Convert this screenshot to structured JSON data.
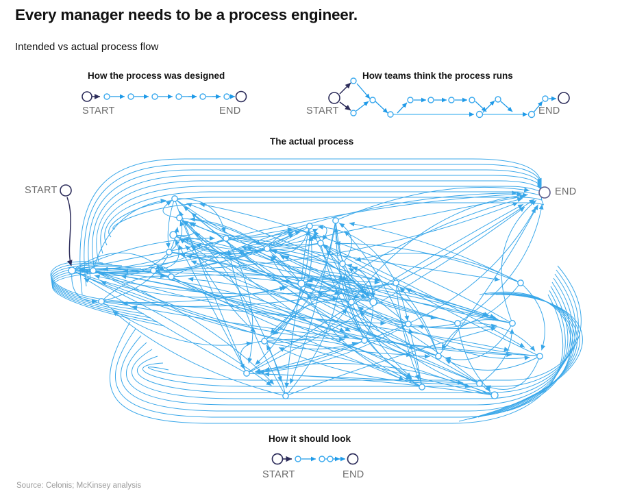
{
  "page": {
    "title": "Every manager needs to be a process engineer.",
    "subtitle": "Intended vs actual process flow",
    "source": "Source: Celonis; McKinsey analysis",
    "background": "#ffffff"
  },
  "colors": {
    "edge_blue": "#29a0e8",
    "node_blue": "#3aa9ee",
    "terminal_navy": "#2c2c5a",
    "label_gray": "#6b6b6b",
    "text_black": "#111111",
    "source_gray": "#9a9a9a"
  },
  "panels": {
    "designed": {
      "title": "How the process was designed",
      "start_label": "START",
      "end_label": "END",
      "node_count": 7,
      "description": "linear chain of nodes from START to END"
    },
    "teams": {
      "title": "How teams think the process runs",
      "start_label": "START",
      "end_label": "END",
      "node_count": 14,
      "description": "zigzag branching chain from START to END"
    },
    "actual": {
      "title": "The actual process",
      "start_label": "START",
      "end_label": "END",
      "node_count": 26,
      "description": "dense spaghetti network of many crossing directed edges"
    },
    "should": {
      "title": "How it should look",
      "start_label": "START",
      "end_label": "END",
      "node_count": 3,
      "description": "short linear chain of nodes from START to END"
    }
  },
  "chart_data": {
    "type": "diagram",
    "title": "Every manager needs to be a process engineer.",
    "subtitle": "Intended vs actual process flow",
    "legend": [],
    "diagrams": [
      {
        "name": "designed",
        "label": "How the process was designed",
        "nodes": 9,
        "edges": 8,
        "topology": "linear"
      },
      {
        "name": "teams",
        "label": "How teams think the process runs",
        "nodes": 16,
        "edges": 16,
        "topology": "zigzag-branching"
      },
      {
        "name": "actual",
        "label": "The actual process",
        "nodes": 28,
        "edges": 186,
        "topology": "dense-spaghetti"
      },
      {
        "name": "should",
        "label": "How it should look",
        "nodes": 5,
        "edges": 4,
        "topology": "linear"
      }
    ]
  }
}
